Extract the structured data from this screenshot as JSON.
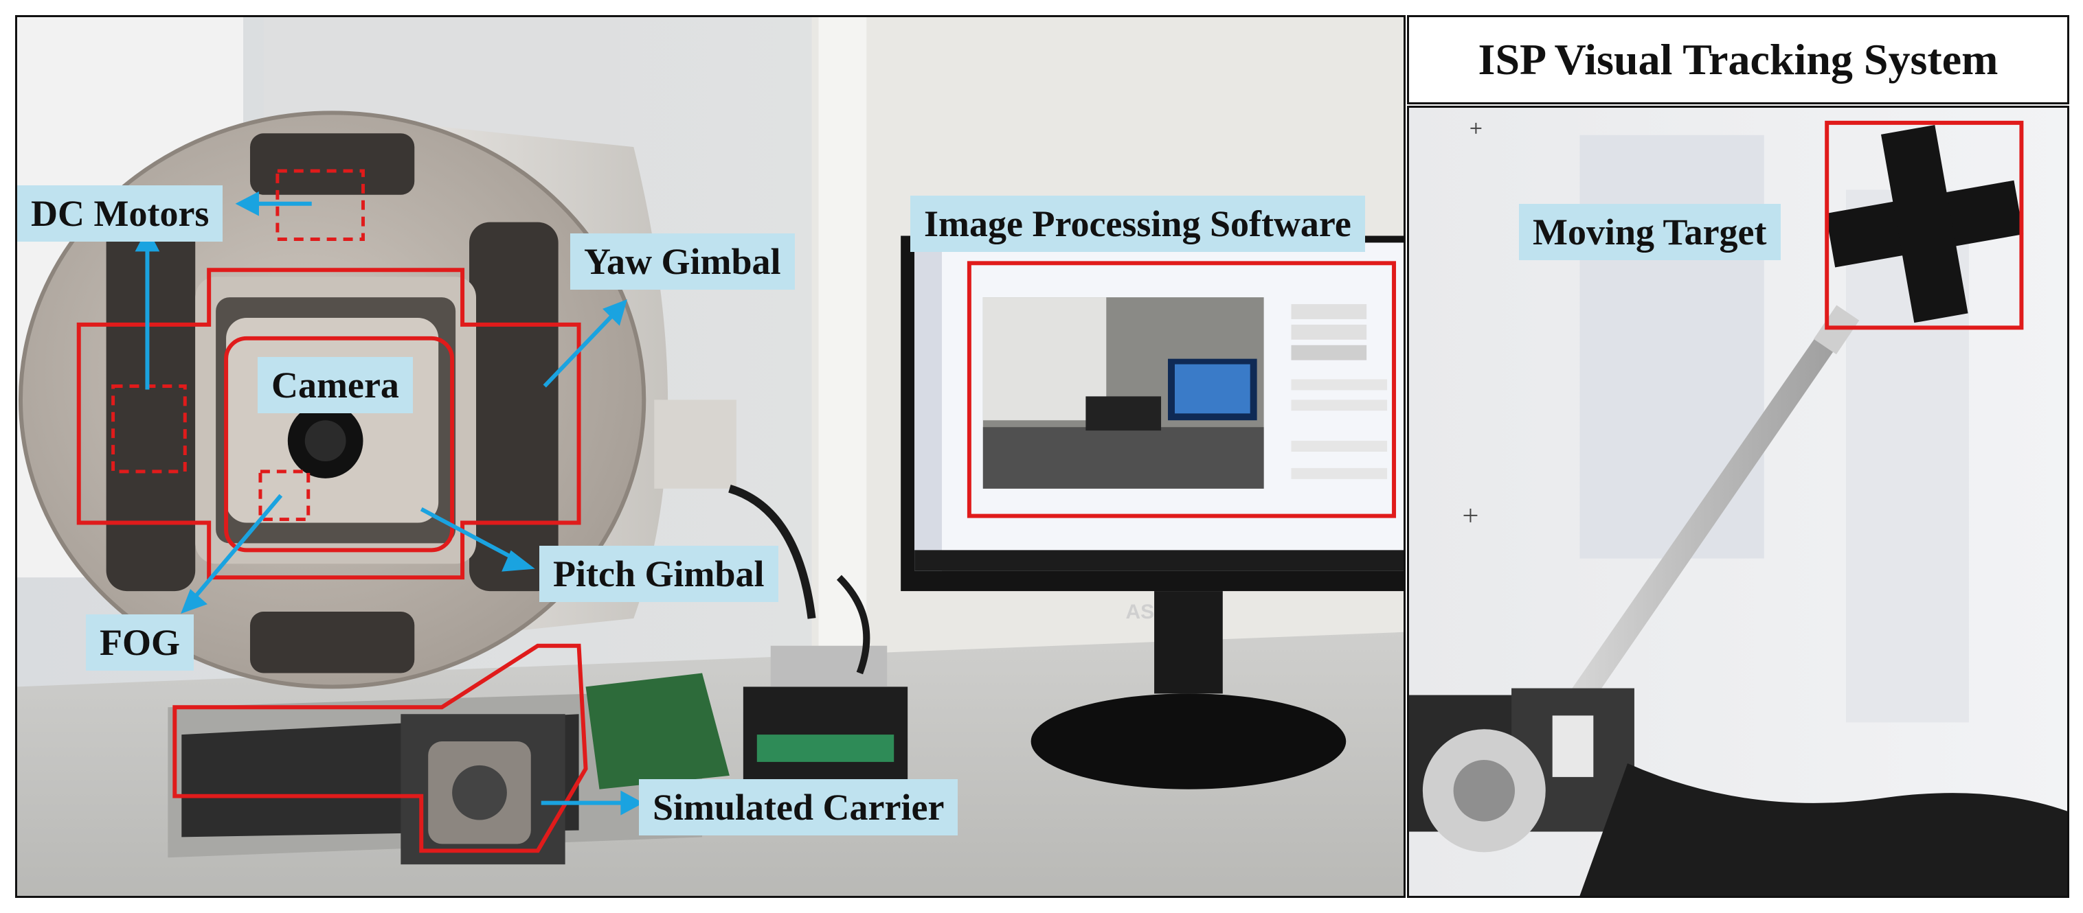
{
  "title": "ISP Visual Tracking System",
  "labels": {
    "dc_motors": "DC Motors",
    "yaw_gimbal": "Yaw Gimbal",
    "camera": "Camera",
    "pitch_gimbal": "Pitch Gimbal",
    "fog": "FOG",
    "simulated_carrier": "Simulated Carrier",
    "image_processing_software": "Image Processing Software",
    "moving_target": "Moving Target"
  },
  "monitor_brand": "ASUS",
  "colors": {
    "label_bg": "#bfe2ef",
    "arrow": "#1aa3e0",
    "outline": "#e01b1b",
    "border": "#111111"
  }
}
